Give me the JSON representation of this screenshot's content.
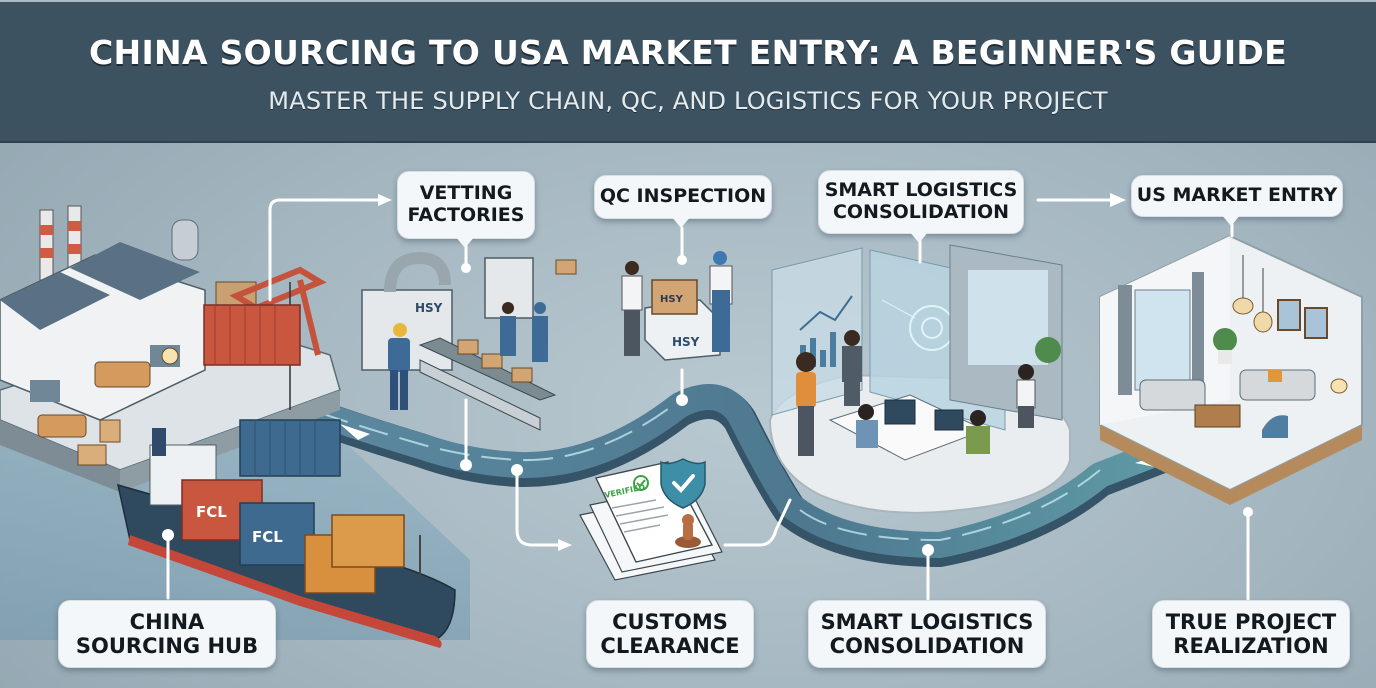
{
  "header": {
    "title": "CHINA SOURCING TO USA MARKET ENTRY: A BEGINNER'S GUIDE",
    "subtitle": "MASTER THE SUPPLY CHAIN, QC, AND LOGISTICS FOR YOUR PROJECT"
  },
  "top_callouts": [
    {
      "line1": "VETTING",
      "line2": "FACTORIES"
    },
    {
      "line1": "QC INSPECTION",
      "line2": ""
    },
    {
      "line1": "SMART LOGISTICS",
      "line2": "CONSOLIDATION"
    },
    {
      "line1": "US MARKET ENTRY",
      "line2": ""
    }
  ],
  "bottom_callouts": [
    {
      "line1": "CHINA",
      "line2": "SOURCING HUB"
    },
    {
      "line1": "CUSTOMS",
      "line2": "CLEARANCE"
    },
    {
      "line1": "SMART LOGISTICS",
      "line2": "CONSOLIDATION"
    },
    {
      "line1": "TRUE PROJECT",
      "line2": "REALIZATION"
    }
  ],
  "scene_labels": {
    "container_a": "FCL",
    "container_b": "FCL",
    "machine_brand": "HSY",
    "box_brand": "HSY",
    "crate_brand": "HSY",
    "doc_stamp": "VERIFIED"
  },
  "colors": {
    "header_bg": "#3d5260",
    "route_blue": "#4d7890",
    "container_red": "#c9563f",
    "container_blue": "#3e6a8f",
    "container_orange": "#d8903f",
    "shield_teal": "#3d8ea6",
    "verified_green": "#3aa345"
  },
  "icons": [
    "factory-icon",
    "crane-icon",
    "cargo-ship-icon",
    "conveyor-icon",
    "inspection-box-icon",
    "documents-icon",
    "shield-check-icon",
    "stamp-icon",
    "dashboard-screen-icon",
    "living-room-icon"
  ]
}
